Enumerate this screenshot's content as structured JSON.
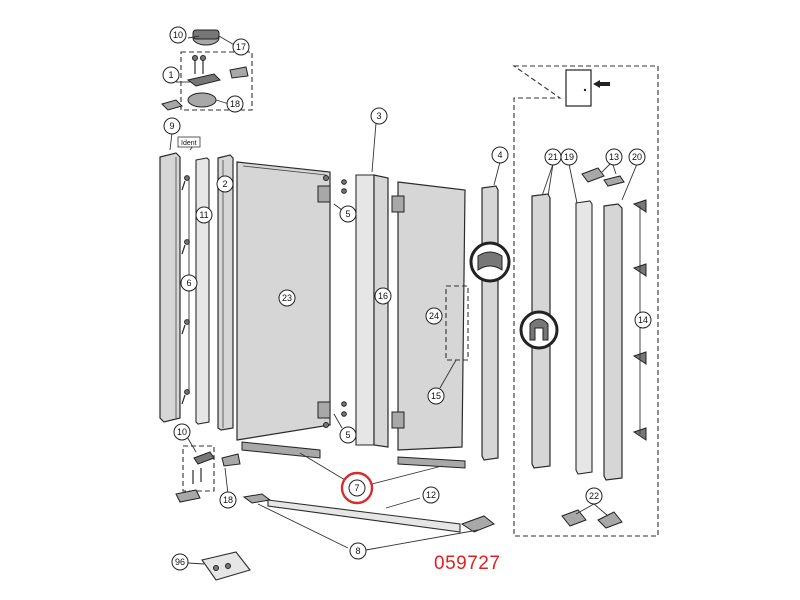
{
  "diagram": {
    "part_number": "059727",
    "ident_label": "Ident",
    "highlighted_callout": "7",
    "highlight_color": "#d32f2f",
    "part_number_color": "#e02020",
    "callouts": {
      "c10a": "10",
      "c17": "17",
      "c1": "1",
      "c18a": "18",
      "c9": "9",
      "c3": "3",
      "c4": "4",
      "c21": "21",
      "c19": "19",
      "c13": "13",
      "c20": "20",
      "c2": "2",
      "c11": "11",
      "c5a": "5",
      "c6": "6",
      "c23": "23",
      "c16": "16",
      "c24": "24",
      "c14": "14",
      "c15": "15",
      "c5b": "5",
      "c10b": "10",
      "c7": "7",
      "c18b": "18",
      "c12": "12",
      "c8": "8",
      "c22": "22",
      "c96": "96"
    }
  }
}
